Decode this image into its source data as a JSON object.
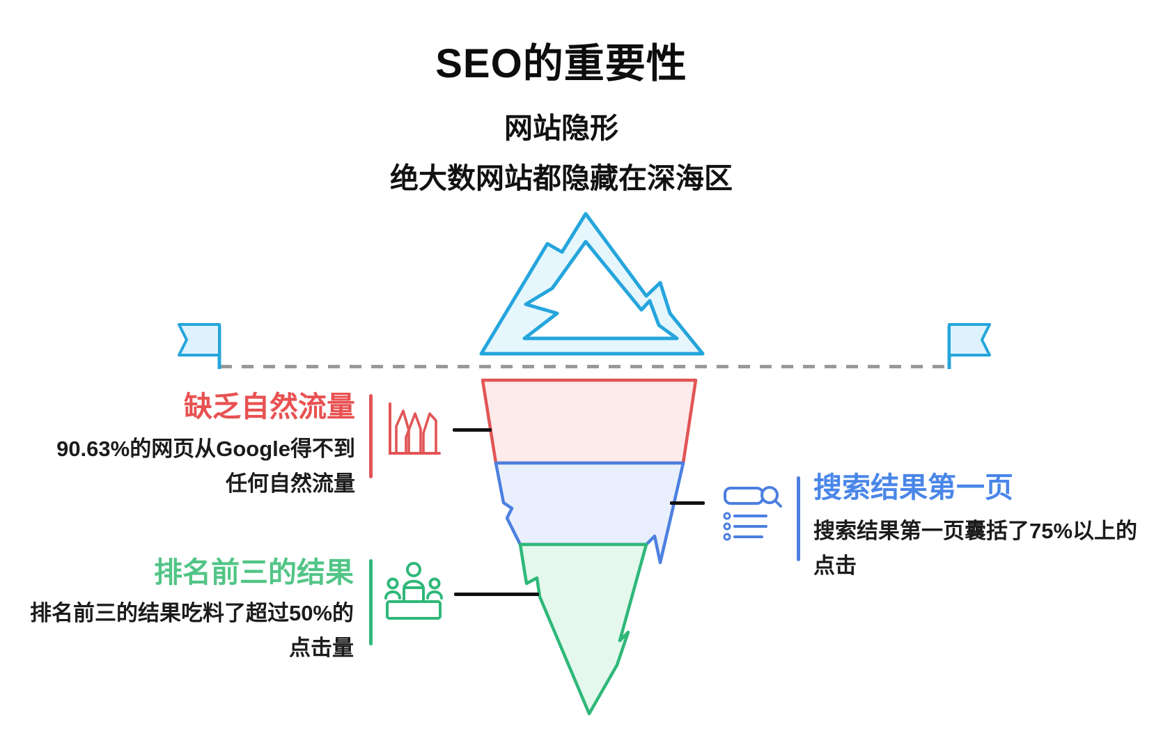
{
  "page": {
    "title": "SEO的重要性",
    "subtitle_line1": "网站隐形",
    "subtitle_line2": "绝大数网站都隐藏在深海区"
  },
  "iceberg": {
    "above_water_icon": "mountain-icon",
    "waterline_style": "dashed",
    "left_marker_icon": "flag-icon",
    "right_marker_icon": "flag-icon"
  },
  "sections": [
    {
      "id": "lack-of-organic-traffic",
      "side": "left",
      "heading": "缺乏自然流量",
      "body_line1": "90.63%的网页从Google得不到",
      "body_line2": "任何自然流量",
      "stat": "90.63%",
      "icon": "line-chart-icon",
      "accent_color": "#e25555",
      "fill_color": "#fdeaea"
    },
    {
      "id": "first-page-results",
      "side": "right",
      "heading": "搜索结果第一页",
      "body_line1": "搜索结果第一页囊括了75%以上的",
      "body_line2": "点击",
      "stat": "75%",
      "icon": "search-list-icon",
      "accent_color": "#4c7fe0",
      "fill_color": "#e9effc"
    },
    {
      "id": "top-three-results",
      "side": "left",
      "heading": "排名前三的结果",
      "body_line1": "排名前三的结果吃料了超过50%的",
      "body_line2": "点击量",
      "stat": "50%",
      "icon": "podium-icon",
      "accent_color": "#2fb879",
      "fill_color": "#e4f8ed"
    }
  ],
  "colors": {
    "iceberg_stroke": "#25a5dc",
    "iceberg_fill": "#e6f6fd",
    "waterline_gray": "#999999",
    "body_text": "#1b1b1b",
    "red_heading": "#e85151",
    "blue_heading": "#4a86e8",
    "green_heading": "#52c586"
  }
}
